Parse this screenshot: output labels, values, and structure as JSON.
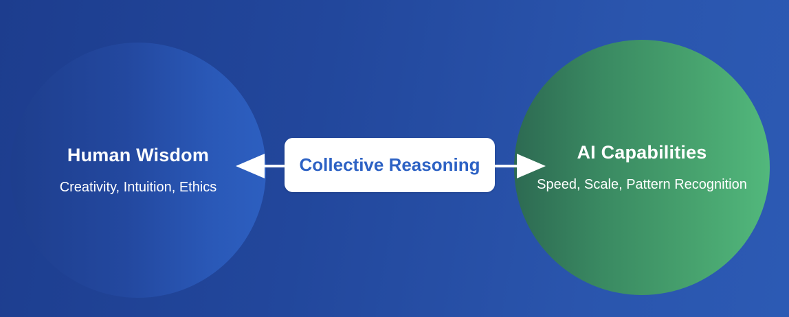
{
  "diagram": {
    "left_node": {
      "title": "Human Wisdom",
      "subtitle": "Creativity, Intuition, Ethics"
    },
    "center_node": {
      "label": "Collective Reasoning"
    },
    "right_node": {
      "title": "AI Capabilities",
      "subtitle": "Speed, Scale, Pattern Recognition"
    },
    "colors": {
      "background": "#22479c",
      "human_circle": "#2a59b8",
      "ai_circle": "#47a26e",
      "center_box": "#ffffff",
      "center_text": "#2d62c4",
      "arrows": "#ffffff"
    }
  }
}
